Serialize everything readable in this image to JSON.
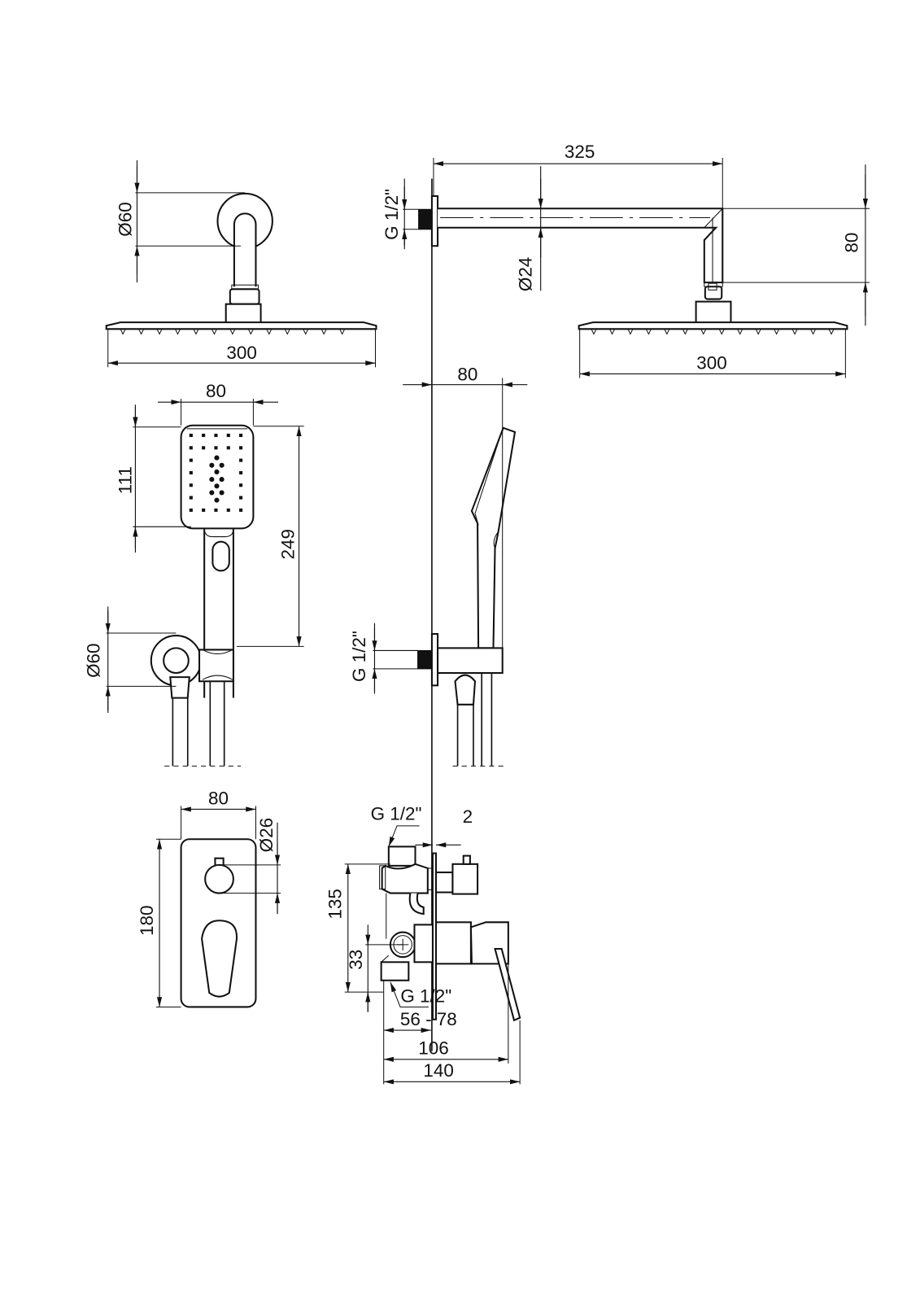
{
  "drawing": {
    "top_left": {
      "diameter_plate": "Ø60",
      "width_head": "300"
    },
    "top_right": {
      "arm_length": "325",
      "thread": "G 1/2\"",
      "arm_diameter": "Ø24",
      "drop_height": "80",
      "width_head": "300"
    },
    "mid_left": {
      "head_width": "80",
      "head_height": "111",
      "total_length": "249",
      "holder_diameter": "Ø60"
    },
    "mid_right": {
      "depth": "80",
      "thread": "G 1/2\""
    },
    "bottom_left": {
      "plate_width": "80",
      "knob_diameter": "Ø26",
      "plate_height": "180"
    },
    "bottom_right": {
      "thread_top": "G 1/2\"",
      "plate_thickness": "2",
      "height": "135",
      "outlet_offset": "33",
      "thread_bottom": "G 1/2\"",
      "install_depth": "56 - 78",
      "depth_106": "106",
      "depth_140": "140"
    }
  },
  "colors": {
    "line": "#111111",
    "background": "#ffffff"
  }
}
